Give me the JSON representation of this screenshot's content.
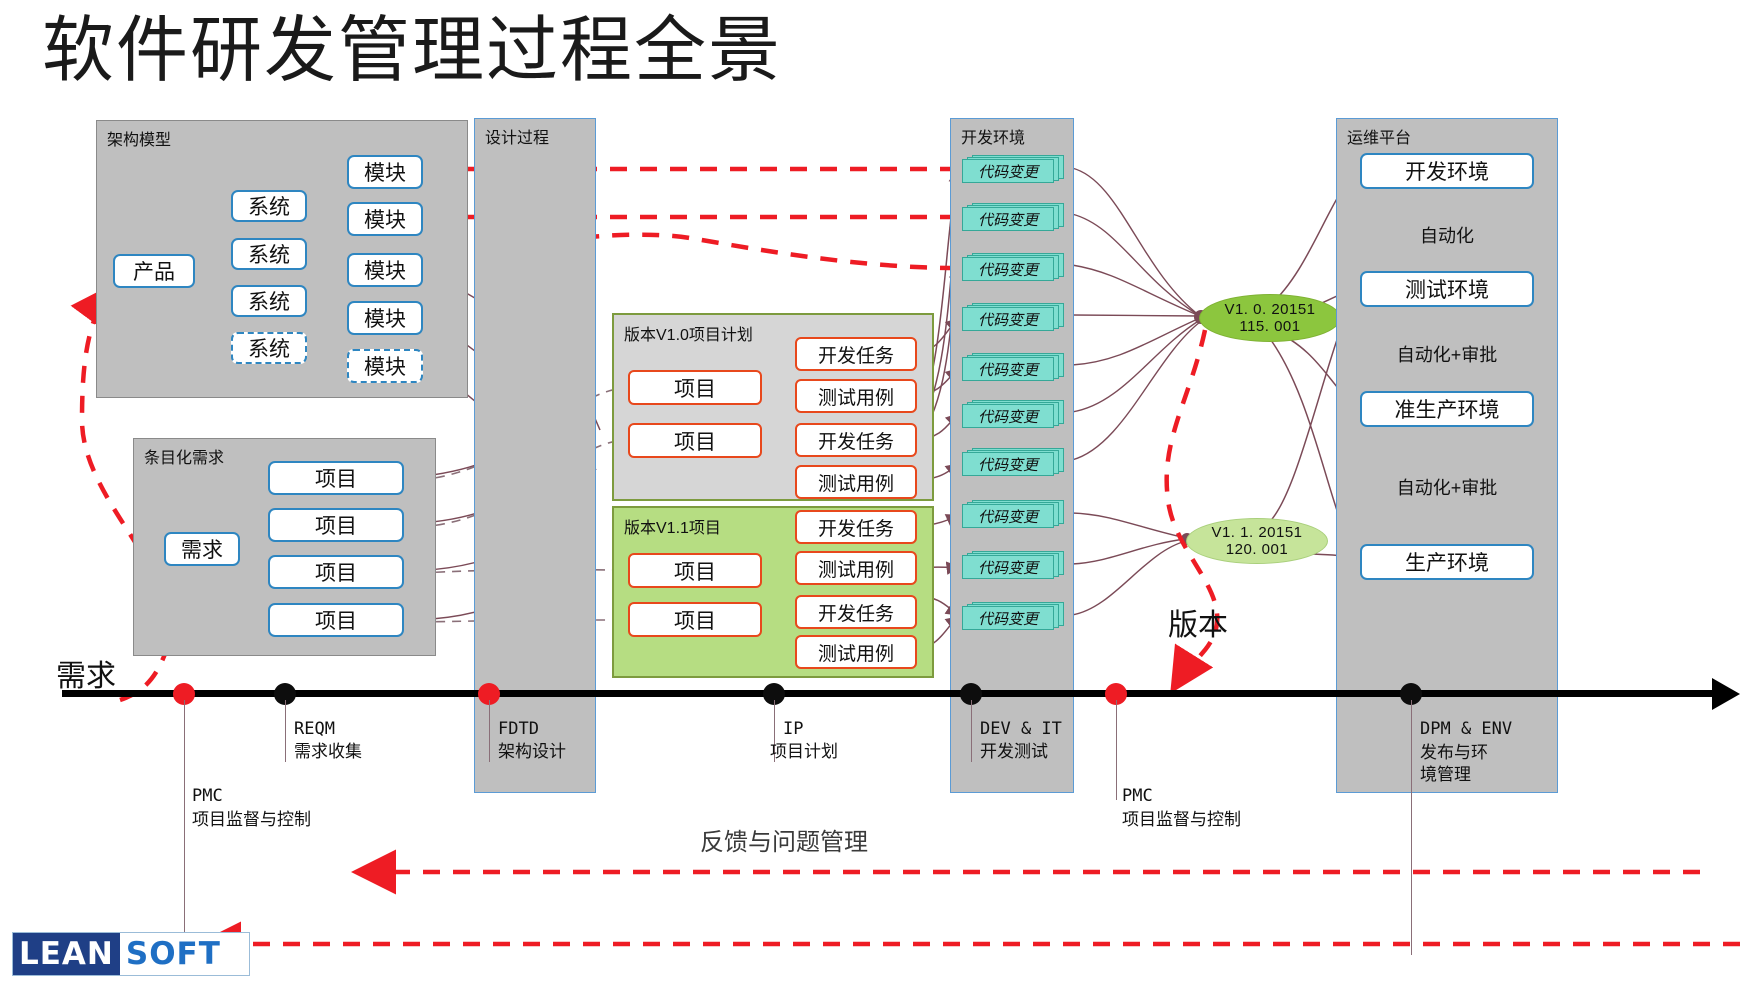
{
  "title": "软件研发管理过程全景",
  "panels": {
    "architecture": {
      "title": "架构模型"
    },
    "requirements": {
      "title": "条目化需求"
    },
    "design_process": {
      "title": "设计过程"
    },
    "dev_environment": {
      "title": "开发环境"
    },
    "ops_platform": {
      "title": "运维平台"
    }
  },
  "architecture": {
    "product": "产品",
    "systems": [
      {
        "label": "系统",
        "dashed": false
      },
      {
        "label": "系统",
        "dashed": false
      },
      {
        "label": "系统",
        "dashed": false
      },
      {
        "label": "系统",
        "dashed": true
      }
    ],
    "modules": [
      {
        "label": "模块",
        "dashed": false
      },
      {
        "label": "模块",
        "dashed": false
      },
      {
        "label": "模块",
        "dashed": false
      },
      {
        "label": "模块",
        "dashed": false
      },
      {
        "label": "模块",
        "dashed": true
      }
    ]
  },
  "requirements": {
    "root": "需求",
    "items": [
      "项目",
      "项目",
      "项目",
      "项目"
    ]
  },
  "plans": [
    {
      "title": "版本V1.0项目计划",
      "projects": [
        "项目",
        "项目"
      ],
      "tasks": [
        "开发任务",
        "测试用例",
        "开发任务",
        "测试用例"
      ]
    },
    {
      "title": "版本V1.1项目",
      "projects": [
        "项目",
        "项目"
      ],
      "tasks": [
        "开发任务",
        "测试用例",
        "开发任务",
        "测试用例"
      ]
    }
  ],
  "dev_environment": {
    "code_changes": [
      "代码变更",
      "代码变更",
      "代码变更",
      "代码变更",
      "代码变更",
      "代码变更",
      "代码变更",
      "代码变更",
      "代码变更",
      "代码变更"
    ]
  },
  "versions": {
    "caption": "版本",
    "items": [
      {
        "line1": "V1. 0. 20151",
        "line2": "115. 001",
        "color": "#8cc63e"
      },
      {
        "line1": "V1. 1. 20151",
        "line2": "120. 001",
        "color": "#c6e49a"
      }
    ]
  },
  "ops_platform": {
    "stages": [
      "开发环境",
      "测试环境",
      "准生产环境",
      "生产环境"
    ],
    "transitions": [
      "自动化",
      "自动化+审批",
      "自动化+审批"
    ]
  },
  "timeline": {
    "milestones": [
      {
        "code": "",
        "name": "",
        "dot": "red"
      },
      {
        "code": "REQM",
        "name": "需求收集",
        "dot": "black"
      },
      {
        "code": "FDTD",
        "name": "架构设计",
        "dot": "red"
      },
      {
        "code": "IP",
        "name": "项目计划",
        "dot": "black"
      },
      {
        "code": "DEV & IT",
        "name": "开发测试",
        "dot": "black"
      },
      {
        "code": "",
        "name": "",
        "dot": "red"
      },
      {
        "code": "DPM & ENV",
        "name": "发布与环\n境管理",
        "dot": "black"
      }
    ],
    "pmc_left": {
      "code": "PMC",
      "name": "项目监督与控制"
    },
    "pmc_right": {
      "code": "PMC",
      "name": "项目监督与控制"
    },
    "requirement_label": "需求",
    "feedback_label": "反馈与问题管理"
  },
  "logo": {
    "part1": "LEAN",
    "part2": "SOFT"
  },
  "colors": {
    "accent_blue": "#2e86c1",
    "accent_red": "#e8481c",
    "dashed_red": "#ee1c24",
    "panel_gray": "#bfbfbf",
    "code_change": "#7fded0",
    "version_v10": "#8cc63e",
    "version_v11": "#c6e49a",
    "connector": "#7b4a57"
  }
}
